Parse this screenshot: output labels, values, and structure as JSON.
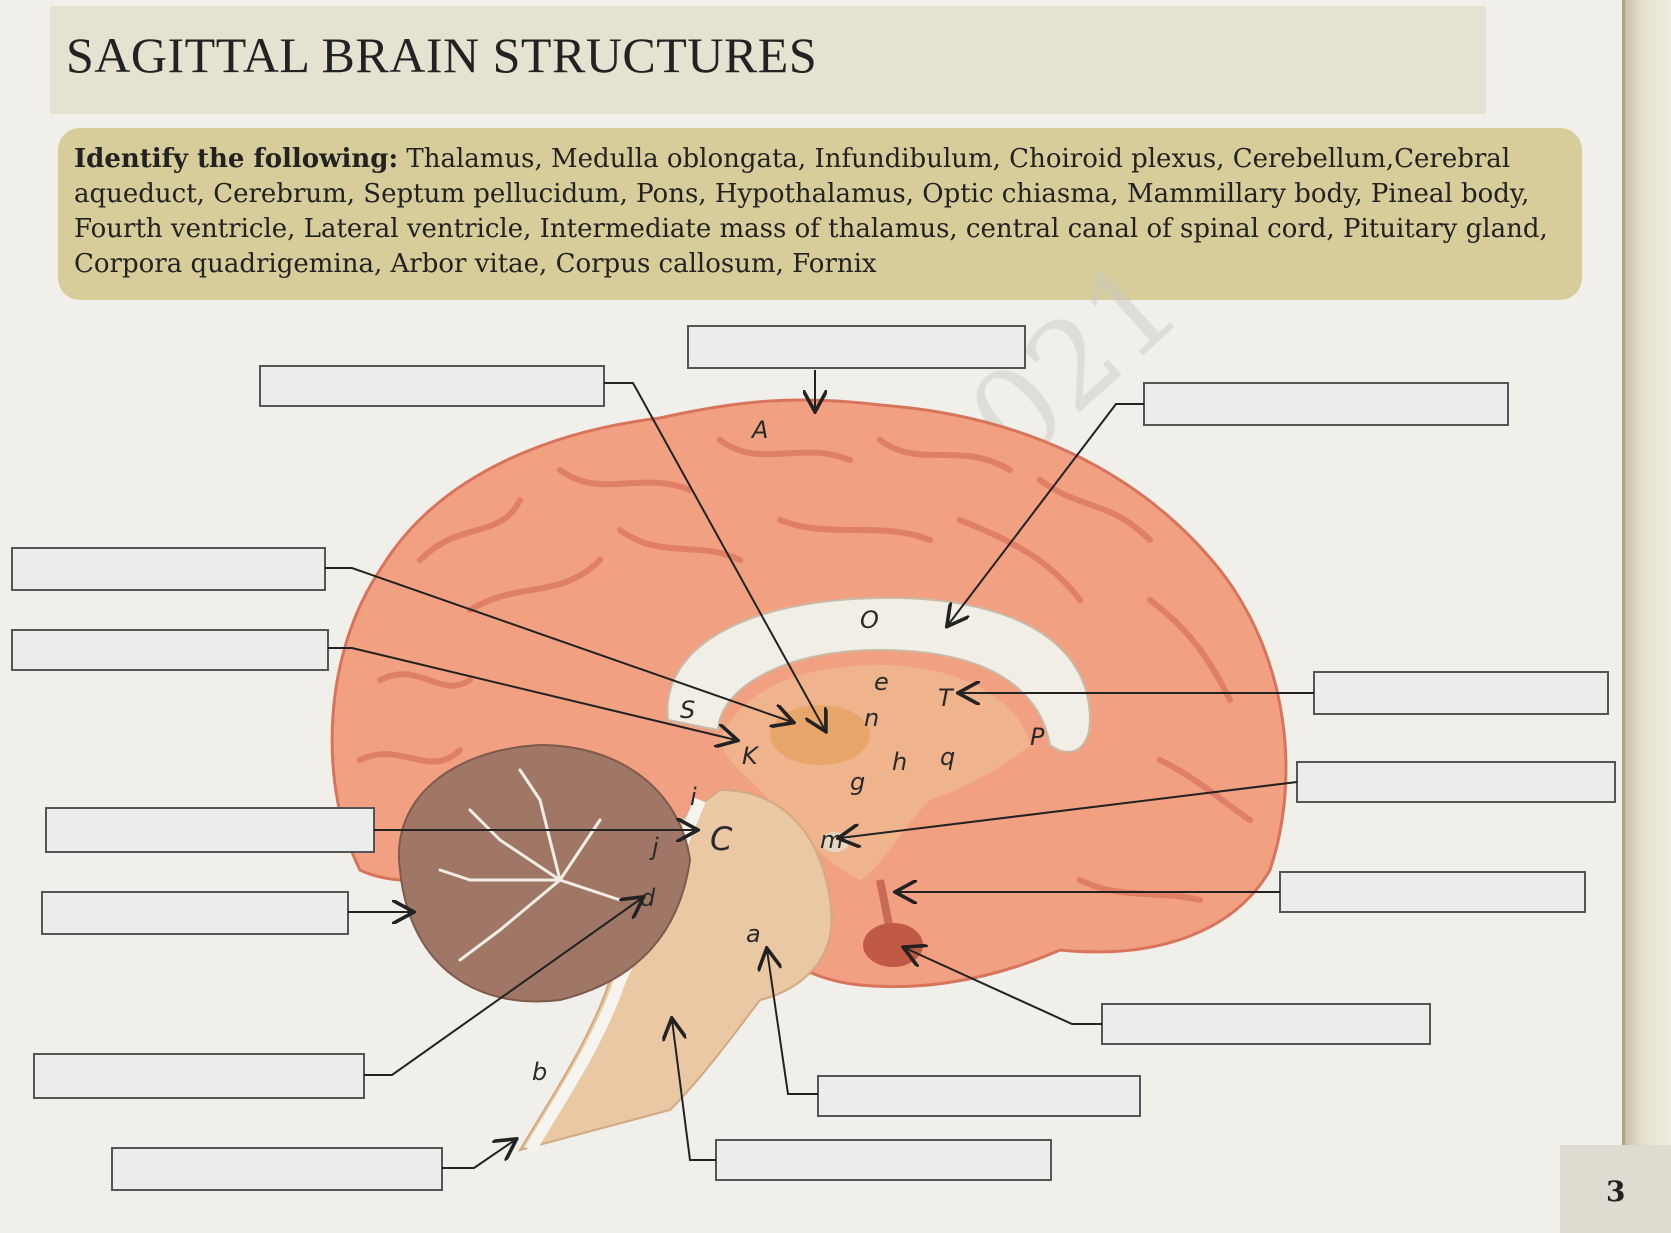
{
  "title": "SAGITTAL BRAIN STRUCTURES",
  "instructions": {
    "lead": "Identify the following:",
    "terms": "Thalamus, Medulla oblongata, Infundibulum, Choiroid plexus, Cerebellum,Cerebral aqueduct, Cerebrum, Septum pellucidum, Pons, Hypothalamus, Optic chiasma, Mammillary body, Pineal body, Fourth ventricle, Lateral ventricle, Intermediate mass of thalamus, central canal of spinal cord, Pituitary gland, Corpora quadrigemina, Arbor vitae, Corpus callosum, Fornix"
  },
  "watermark": "2021",
  "page_number": "3",
  "diagram_letters": {
    "A": "A",
    "O": "O",
    "E": "e",
    "N": "n",
    "T": "T",
    "P": "P",
    "S": "S",
    "K": "K",
    "G": "g",
    "H": "h",
    "Q": "q",
    "I": "i",
    "J": "j",
    "C": "C",
    "M": "m",
    "D": "d",
    "LA": "a",
    "B": "b"
  },
  "colors": {
    "cortex": "#f2a082",
    "cortex_dark": "#d9745c",
    "white_matter": "#f1eee6",
    "brainstem": "#e9c8a3",
    "cerebellum": "#a07766",
    "instruction_band": "#d6cd9a"
  }
}
